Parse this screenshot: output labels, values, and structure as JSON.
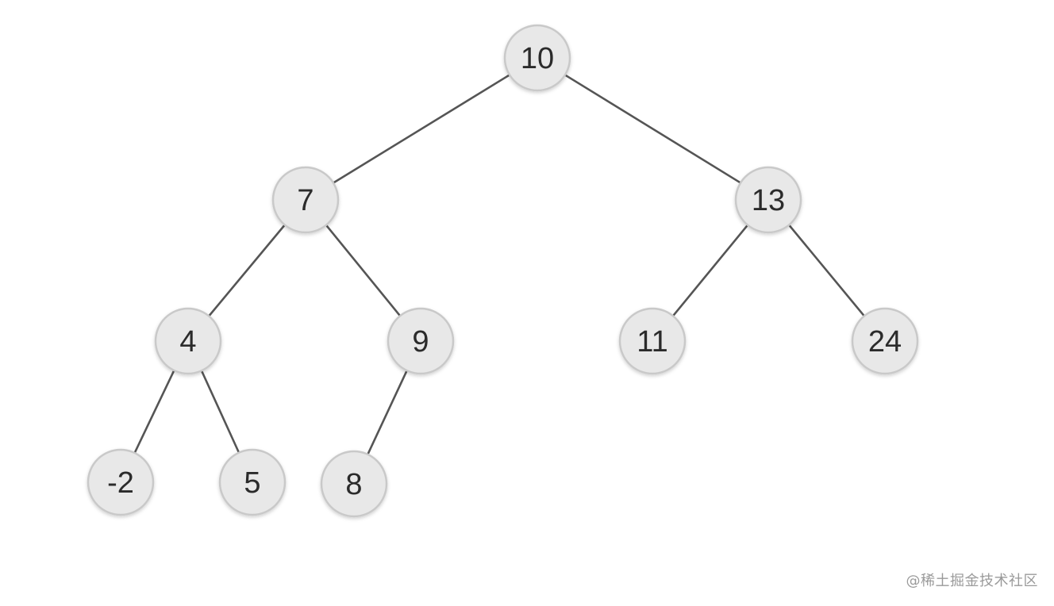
{
  "diagram": {
    "type": "binary-tree",
    "colors": {
      "node_fill": "#e8e8e8",
      "node_stroke": "#c9c9c9",
      "edge": "#555555",
      "text": "#2b2b2b"
    },
    "nodes": [
      {
        "id": "n10",
        "label": "10"
      },
      {
        "id": "n7",
        "label": "7"
      },
      {
        "id": "n13",
        "label": "13"
      },
      {
        "id": "n4",
        "label": "4"
      },
      {
        "id": "n9",
        "label": "9"
      },
      {
        "id": "n11",
        "label": "11"
      },
      {
        "id": "n24",
        "label": "24"
      },
      {
        "id": "nm2",
        "label": "-2"
      },
      {
        "id": "n5",
        "label": "5"
      },
      {
        "id": "n8",
        "label": "8"
      }
    ],
    "edges": [
      {
        "from": "n10",
        "to": "n7"
      },
      {
        "from": "n10",
        "to": "n13"
      },
      {
        "from": "n7",
        "to": "n4"
      },
      {
        "from": "n7",
        "to": "n9"
      },
      {
        "from": "n13",
        "to": "n11"
      },
      {
        "from": "n13",
        "to": "n24"
      },
      {
        "from": "n4",
        "to": "nm2"
      },
      {
        "from": "n4",
        "to": "n5"
      },
      {
        "from": "n9",
        "to": "n8"
      }
    ]
  },
  "watermark": "@稀土掘金技术社区"
}
